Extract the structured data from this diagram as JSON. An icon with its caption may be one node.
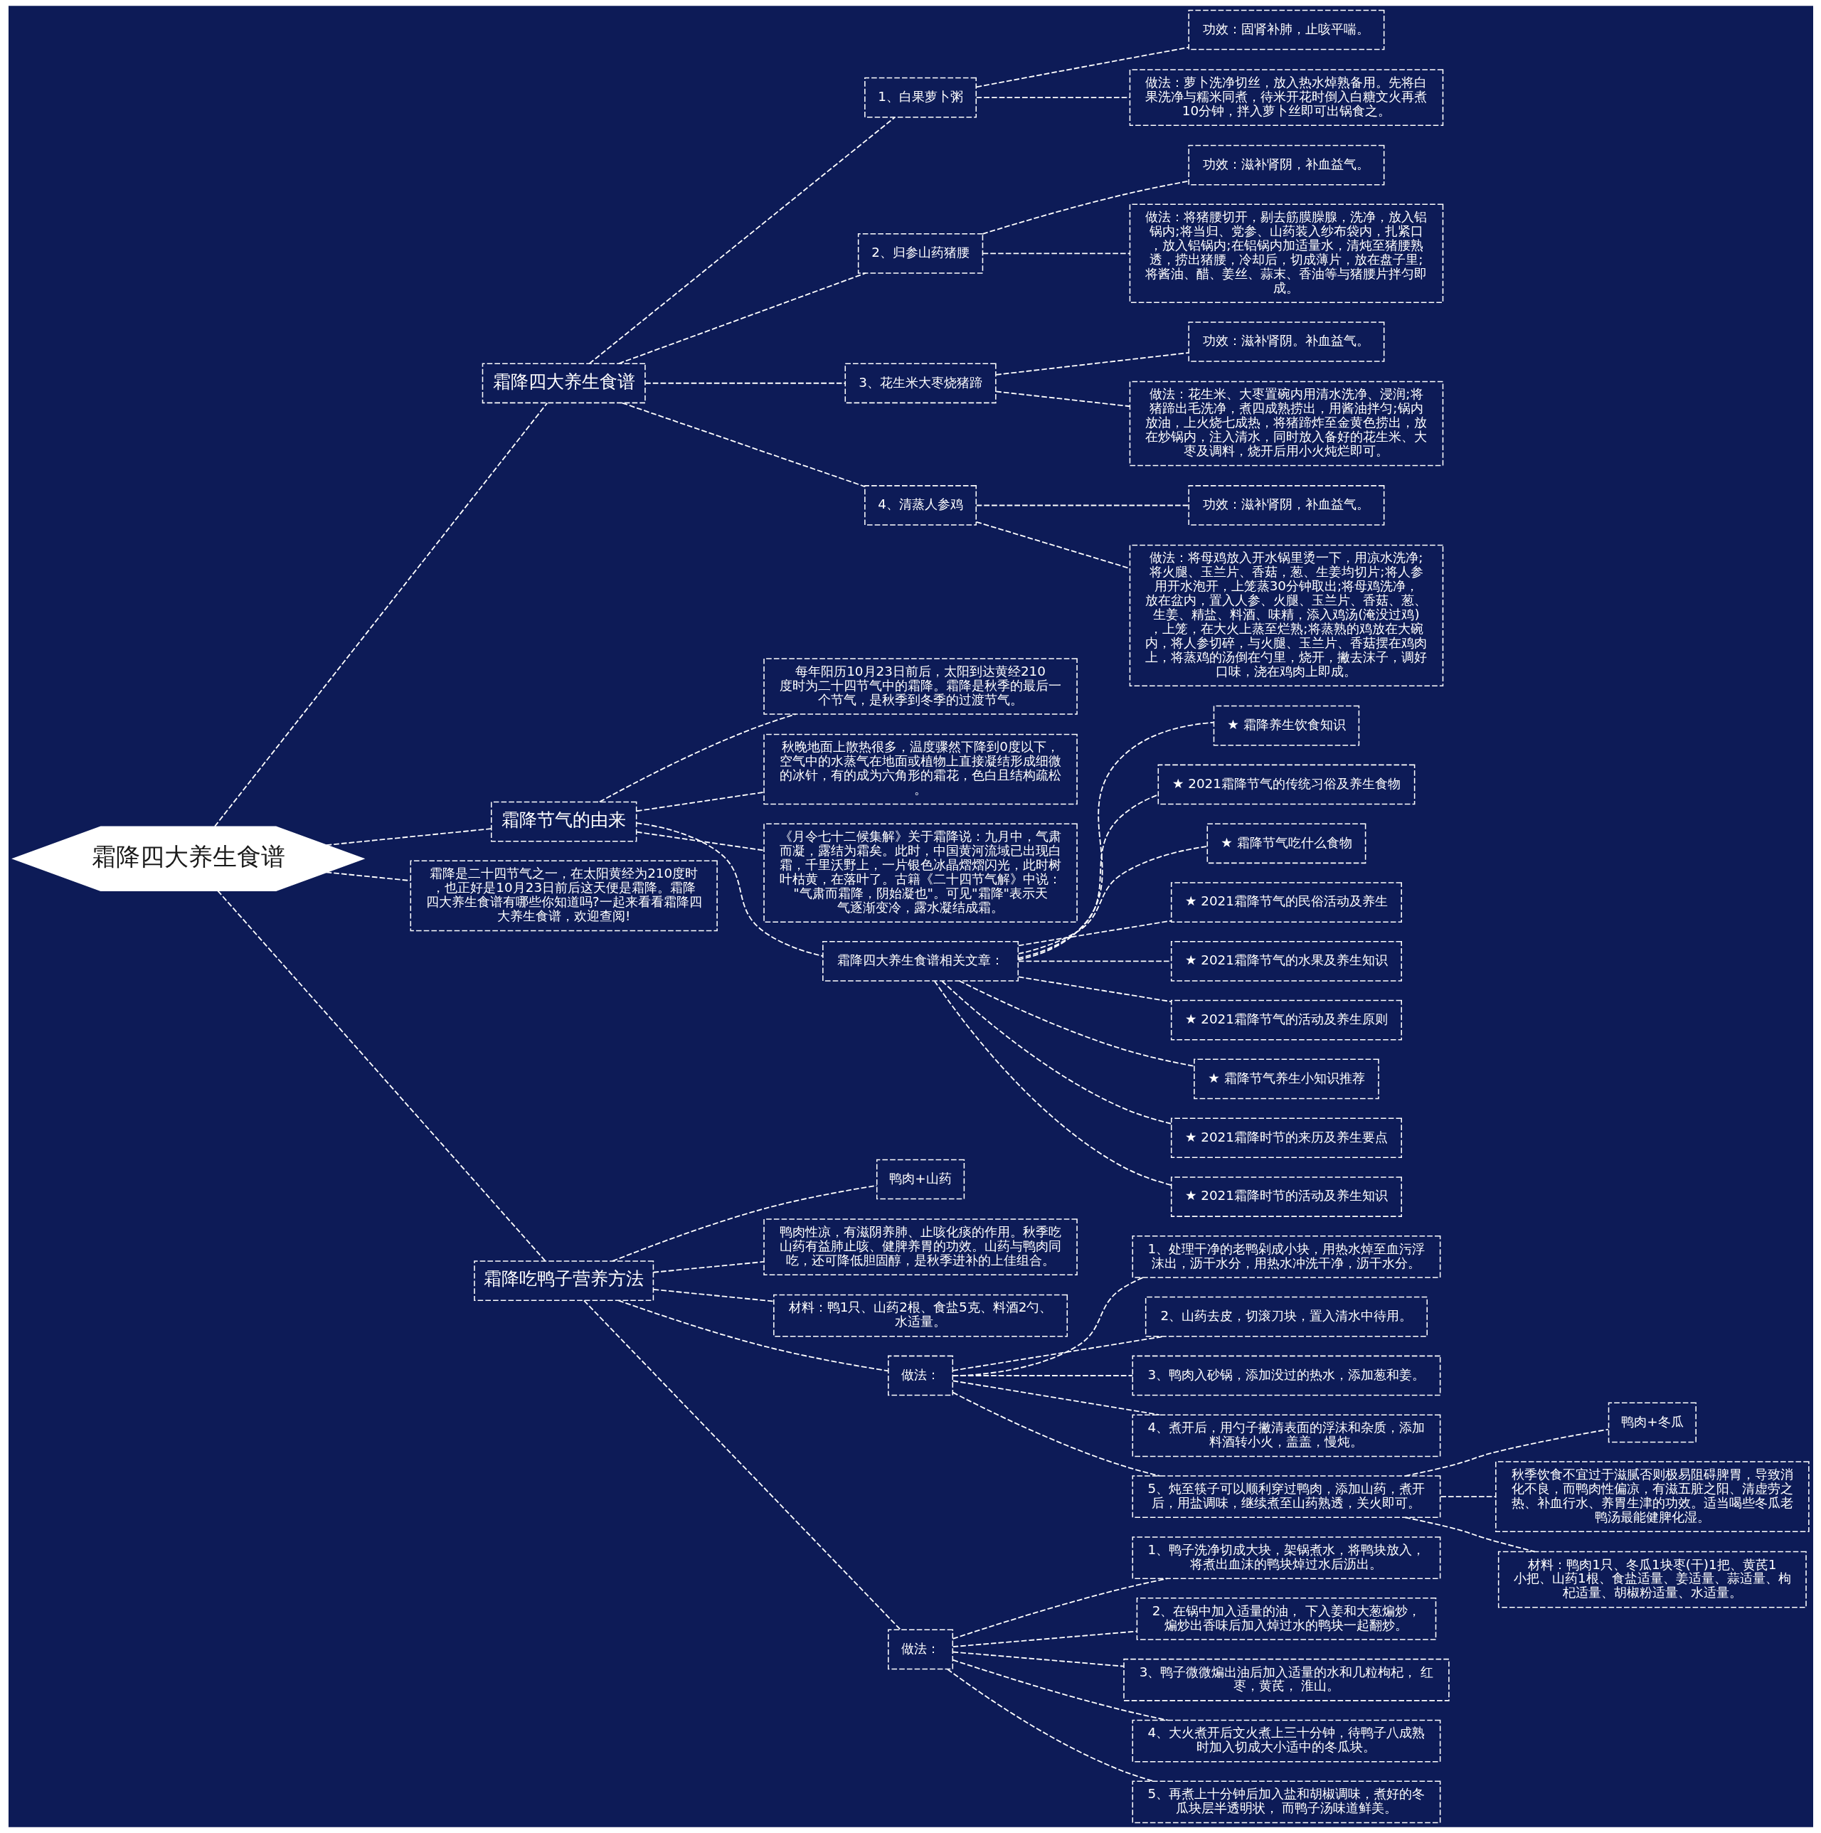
{
  "diagram": {
    "nodes": [
      {
        "text": [
          "霜降四大养生食谱"
        ]
      },
      {
        "text": [
          "霜降四大养生食谱"
        ]
      },
      {
        "text": [
          "1、白果萝卜粥"
        ]
      },
      {
        "text": [
          "功效：固肾补肺，止咳平喘。"
        ]
      },
      {
        "text": [
          "做法：萝卜洗净切丝，放入热水焯熟备用。先将白果洗净与糯米同煮，待米开花时倒入白糖文火再煮10分钟，拌入萝卜丝即可出锅食之。"
        ]
      },
      {
        "text": [
          "2、归参山药猪腰"
        ]
      },
      {
        "text": [
          "功效：滋补肾阴，补血益气。"
        ]
      },
      {
        "text": [
          "做法：将猪腰切开，剔去筋膜臊腺，洗净，放入铝锅内;将当归、党参、山药装入纱布袋内，扎紧口，放入铝锅内;在铝锅内加适量水，清炖至猪腰熟透，捞出猪腰，冷却后，切成薄片，放在盘子里;将酱油、醋、姜丝、蒜末、香油等与猪腰片拌匀即成。"
        ]
      },
      {
        "text": [
          "3、花生米大枣烧猪蹄"
        ]
      },
      {
        "text": [
          "功效：滋补肾阴。补血益气。"
        ]
      },
      {
        "text": [
          "做法：花生米、大枣置碗内用清水洗净、浸润;将猪蹄出毛洗净，煮四成熟捞出，用酱油拌匀;锅内放油，上火烧七成热，将猪蹄炸至金黄色捞出，放在炒锅内，注入清水，同时放入备好的花生米、大枣及调料，烧开后用小火炖烂即可。"
        ]
      },
      {
        "text": [
          "4、清蒸人参鸡"
        ]
      },
      {
        "text": [
          "功效：滋补肾阴，补血益气。"
        ]
      },
      {
        "text": [
          "做法：将母鸡放入开水锅里烫一下，用凉水洗净;将火腿、玉兰片、香菇，葱、生姜均切片;将人参用开水泡开，上笼蒸30分钟取出;将母鸡洗净，放在盆内，置入人参、火腿、玉兰片、香菇、葱、生姜、精盐、料酒、味精，添入鸡汤(淹没过鸡)，上笼，在大火上蒸至烂熟;将蒸熟的鸡放在大碗内，将人参切碎，与火腿、玉兰片、香菇摆在鸡肉上，将蒸鸡的汤倒在勺里，烧开，撇去沫子，调好口味，浇在鸡肉上即成。"
        ]
      },
      {
        "text": [
          "霜降节气的由来"
        ]
      },
      {
        "text": [
          "每年阳历10月23日前后，太阳到达黄经210度时为二十四节气中的霜降。霜降是秋季的最后一个节气，是秋季到冬季的过渡节气。"
        ]
      },
      {
        "text": [
          "秋晚地面上散热很多，温度骤然下降到0度以下，空气中的水蒸气在地面或植物上直接凝结形成细微的冰针，有的成为六角形的霜花，色白且结构疏松。"
        ]
      },
      {
        "text": [
          "《月令七十二候集解》关于霜降说：九月中，气肃而凝，露结为霜矣。此时，中国黄河流域已出现白霜，千里沃野上，一片银色冰晶熠熠闪光，此时树叶枯黄，在落叶了。古籍《二十四节气解》中说：\"气肃而霜降，阴始凝也\"。可见\"霜降\"表示天气逐渐变冷，露水凝结成霜。"
        ]
      },
      {
        "text": [
          "霜降四大养生食谱相关文章："
        ]
      },
      {
        "text": [
          "★ 霜降养生饮食知识"
        ]
      },
      {
        "text": [
          "★ 2021霜降节气的传统习俗及养生食物"
        ]
      },
      {
        "text": [
          "★ 霜降节气吃什么食物"
        ]
      },
      {
        "text": [
          "★ 2021霜降节气的民俗活动及养生"
        ]
      },
      {
        "text": [
          "★ 2021霜降节气的水果及养生知识"
        ]
      },
      {
        "text": [
          "★ 2021霜降节气的活动及养生原则"
        ]
      },
      {
        "text": [
          "★ 霜降节气养生小知识推荐"
        ]
      },
      {
        "text": [
          "★ 2021霜降时节的来历及养生要点"
        ]
      },
      {
        "text": [
          "★ 2021霜降时节的活动及养生知识"
        ]
      },
      {
        "text": [
          "霜降是二十四节气之一，在太阳黄经为210度时，也正好是10月23日前后这天便是霜降。霜降四大养生食谱有哪些你知道吗?一起来看看霜降四大养生食谱，欢迎查阅!"
        ]
      },
      {
        "text": [
          "霜降吃鸭子营养方法"
        ]
      },
      {
        "text": [
          "鸭肉+山药"
        ]
      },
      {
        "text": [
          "鸭肉性凉，有滋阴养肺、止咳化痰的作用。秋季吃山药有益肺止咳、健脾养胃的功效。山药与鸭肉同吃，还可降低胆固醇，是秋季进补的上佳组合。"
        ]
      },
      {
        "text": [
          "材料：鸭1只、山药2根、食盐5克、料酒2勺、水适量。"
        ]
      },
      {
        "text": [
          "做法："
        ]
      },
      {
        "text": [
          "1、处理干净的老鸭剁成小块，用热水焯至血污浮沫出，沥干水分，用热水冲洗干净，沥干水分。"
        ]
      },
      {
        "text": [
          "2、山药去皮，切滚刀块，置入清水中待用。"
        ]
      },
      {
        "text": [
          "3、鸭肉入砂锅，添加没过的热水，添加葱和姜。"
        ]
      },
      {
        "text": [
          "4、煮开后，用勺子撇清表面的浮沫和杂质，添加料酒转小火，盖盖，慢炖。"
        ]
      },
      {
        "text": [
          "5、炖至筷子可以顺利穿过鸭肉，添加山药，煮开后，用盐调味，继续煮至山药熟透，关火即可。"
        ]
      },
      {
        "text": [
          "鸭肉+冬瓜"
        ]
      },
      {
        "text": [
          "秋季饮食不宜过于滋腻否则极易阻碍脾胃，导致消化不良，而鸭肉性偏凉，有滋五脏之阳、清虚劳之热、补血行水、养胃生津的功效。适当喝些冬瓜老鸭汤最能健脾化湿。"
        ]
      },
      {
        "text": [
          "材料：鸭肉1只、冬瓜1块枣(干)1把、黄芪1小把、山药1根、食盐适量、姜适量、蒜适量、枸杞适量、胡椒粉适量、水适量。"
        ]
      },
      {
        "text": [
          "做法："
        ]
      },
      {
        "text": [
          "1、鸭子洗净切成大块，架锅煮水，将鸭块放入，将煮出血沫的鸭块焯过水后沥出。"
        ]
      },
      {
        "text": [
          "2、在锅中加入适量的油， 下入姜和大葱煸炒，煸炒出香味后加入焯过水的鸭块一起翻炒。"
        ]
      },
      {
        "text": [
          "3、鸭子微微煸出油后加入适量的水和几粒枸杞， 红枣，黄芪， 淮山。"
        ]
      },
      {
        "text": [
          "4、大火煮开后文火煮上三十分钟，待鸭子八成熟时加入切成大小适中的冬瓜块。"
        ]
      },
      {
        "text": [
          "5、再煮上十分钟后加入盐和胡椒调味，煮好的冬瓜块层半透明状， 而鸭子汤味道鲜美。"
        ]
      }
    ],
    "edges": [
      {
        "from": 0,
        "to": 1,
        "arrow": "none"
      },
      {
        "from": 1,
        "to": 2,
        "arrow": "none"
      },
      {
        "from": 2,
        "to": 3,
        "arrow": "none"
      },
      {
        "from": 2,
        "to": 4,
        "arrow": "none"
      },
      {
        "from": 1,
        "to": 5,
        "arrow": "none"
      },
      {
        "from": 5,
        "to": 6,
        "arrow": "none"
      },
      {
        "from": 5,
        "to": 7,
        "arrow": "none"
      },
      {
        "from": 1,
        "to": 8,
        "arrow": "none"
      },
      {
        "from": 8,
        "to": 9,
        "arrow": "none"
      },
      {
        "from": 8,
        "to": 10,
        "arrow": "none"
      },
      {
        "from": 1,
        "to": 11,
        "arrow": "none"
      },
      {
        "from": 11,
        "to": 12,
        "arrow": "none"
      },
      {
        "from": 11,
        "to": 13,
        "arrow": "none"
      },
      {
        "from": 0,
        "to": 14,
        "arrow": "none"
      },
      {
        "from": 14,
        "to": 15,
        "arrow": "none"
      },
      {
        "from": 14,
        "to": 16,
        "arrow": "none"
      },
      {
        "from": 14,
        "to": 17,
        "arrow": "none"
      },
      {
        "from": 14,
        "to": 18,
        "arrow": "none"
      },
      {
        "from": 18,
        "to": 19,
        "arrow": "none"
      },
      {
        "from": 18,
        "to": 20,
        "arrow": "none"
      },
      {
        "from": 18,
        "to": 21,
        "arrow": "none"
      },
      {
        "from": 18,
        "to": 22,
        "arrow": "none"
      },
      {
        "from": 18,
        "to": 23,
        "arrow": "none"
      },
      {
        "from": 18,
        "to": 24,
        "arrow": "none"
      },
      {
        "from": 18,
        "to": 25,
        "arrow": "none"
      },
      {
        "from": 18,
        "to": 26,
        "arrow": "none"
      },
      {
        "from": 18,
        "to": 27,
        "arrow": "none"
      },
      {
        "from": 0,
        "to": 28,
        "arrow": "none"
      },
      {
        "from": 0,
        "to": 29,
        "arrow": "none"
      },
      {
        "from": 29,
        "to": 30,
        "arrow": "none"
      },
      {
        "from": 29,
        "to": 31,
        "arrow": "none"
      },
      {
        "from": 29,
        "to": 32,
        "arrow": "none"
      },
      {
        "from": 29,
        "to": 33,
        "arrow": "none"
      },
      {
        "from": 33,
        "to": 34,
        "arrow": "none"
      },
      {
        "from": 33,
        "to": 35,
        "arrow": "none"
      },
      {
        "from": 33,
        "to": 36,
        "arrow": "none"
      },
      {
        "from": 33,
        "to": 37,
        "arrow": "none"
      },
      {
        "from": 33,
        "to": 38,
        "arrow": "none"
      },
      {
        "from": 38,
        "to": 39,
        "arrow": "none"
      },
      {
        "from": 38,
        "to": 40,
        "arrow": "none"
      },
      {
        "from": 38,
        "to": 41,
        "arrow": "none"
      },
      {
        "from": 29,
        "to": 42,
        "arrow": "none"
      },
      {
        "from": 42,
        "to": 43,
        "arrow": "none"
      },
      {
        "from": 42,
        "to": 44,
        "arrow": "none"
      },
      {
        "from": 42,
        "to": 45,
        "arrow": "none"
      },
      {
        "from": 42,
        "to": 46,
        "arrow": "none"
      },
      {
        "from": 42,
        "to": 47,
        "arrow": "none"
      }
    ]
  }
}
